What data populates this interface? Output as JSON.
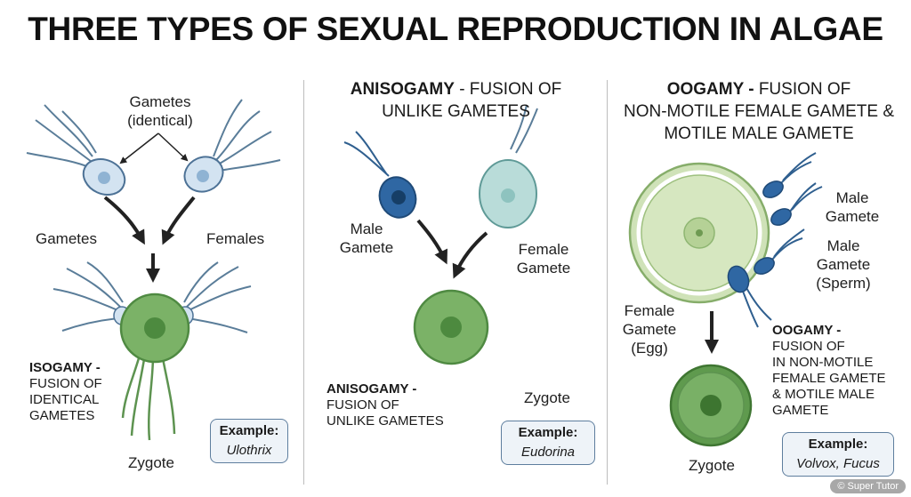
{
  "title": "THREE TYPES OF SEXUAL REPRODUCTION IN ALGAE",
  "isogamy": {
    "gametes_identical_1": "Gametes",
    "gametes_identical_2": "(identical)",
    "left_label": "Gametes",
    "right_label": "Females",
    "zygote_label": "Zygote",
    "desc_bold": "ISOGAMY -",
    "desc_lines": [
      "FUSION OF",
      "IDENTICAL",
      "GAMETES"
    ],
    "example_heading": "Example:",
    "example_species": "Ulothrix"
  },
  "anisogamy": {
    "header_bold": "ANISOGAMY",
    "header_rest": " - FUSION OF",
    "header_line2": "UNLIKE GAMETES",
    "male_1": "Male",
    "male_2": "Gamete",
    "female_1": "Female",
    "female_2": "Gamete",
    "zygote_label": "Zygote",
    "desc_bold": "ANISOGAMY -",
    "desc_lines": [
      "FUSION OF",
      "UNLIKE GAMETES"
    ],
    "example_heading": "Example:",
    "example_species": "Eudorina"
  },
  "oogamy": {
    "header_bold": "OOGAMY -",
    "header_rest": " FUSION OF",
    "header_line2": "NON-MOTILE FEMALE GAMETE &",
    "header_line3": "MOTILE MALE GAMETE",
    "male_a_1": "Male",
    "male_a_2": "Gamete",
    "male_b_1": "Male",
    "male_b_2": "Gamete",
    "male_b_3": "(Sperm)",
    "female_1": "Female",
    "female_2": "Gamete",
    "female_3": "(Egg)",
    "zygote_label": "Zygote",
    "desc_bold": "OOGAMY -",
    "desc_lines": [
      "FUSION OF",
      "IN NON-MOTILE",
      "FEMALE GAMETE",
      "& MOTILE MALE",
      "GAMETE"
    ],
    "example_heading": "Example:",
    "example_species": "Volvox, Fucus"
  },
  "colors": {
    "gamete_pale_blue": "#d3e3f1",
    "gamete_dark_blue": "#2f67a3",
    "zygote_green": "#6ea85c",
    "egg_green": "#cfe2b8",
    "female_teal": "#b9dcd9",
    "flagella": "#5a7d99"
  },
  "watermark": "© Super Tutor"
}
